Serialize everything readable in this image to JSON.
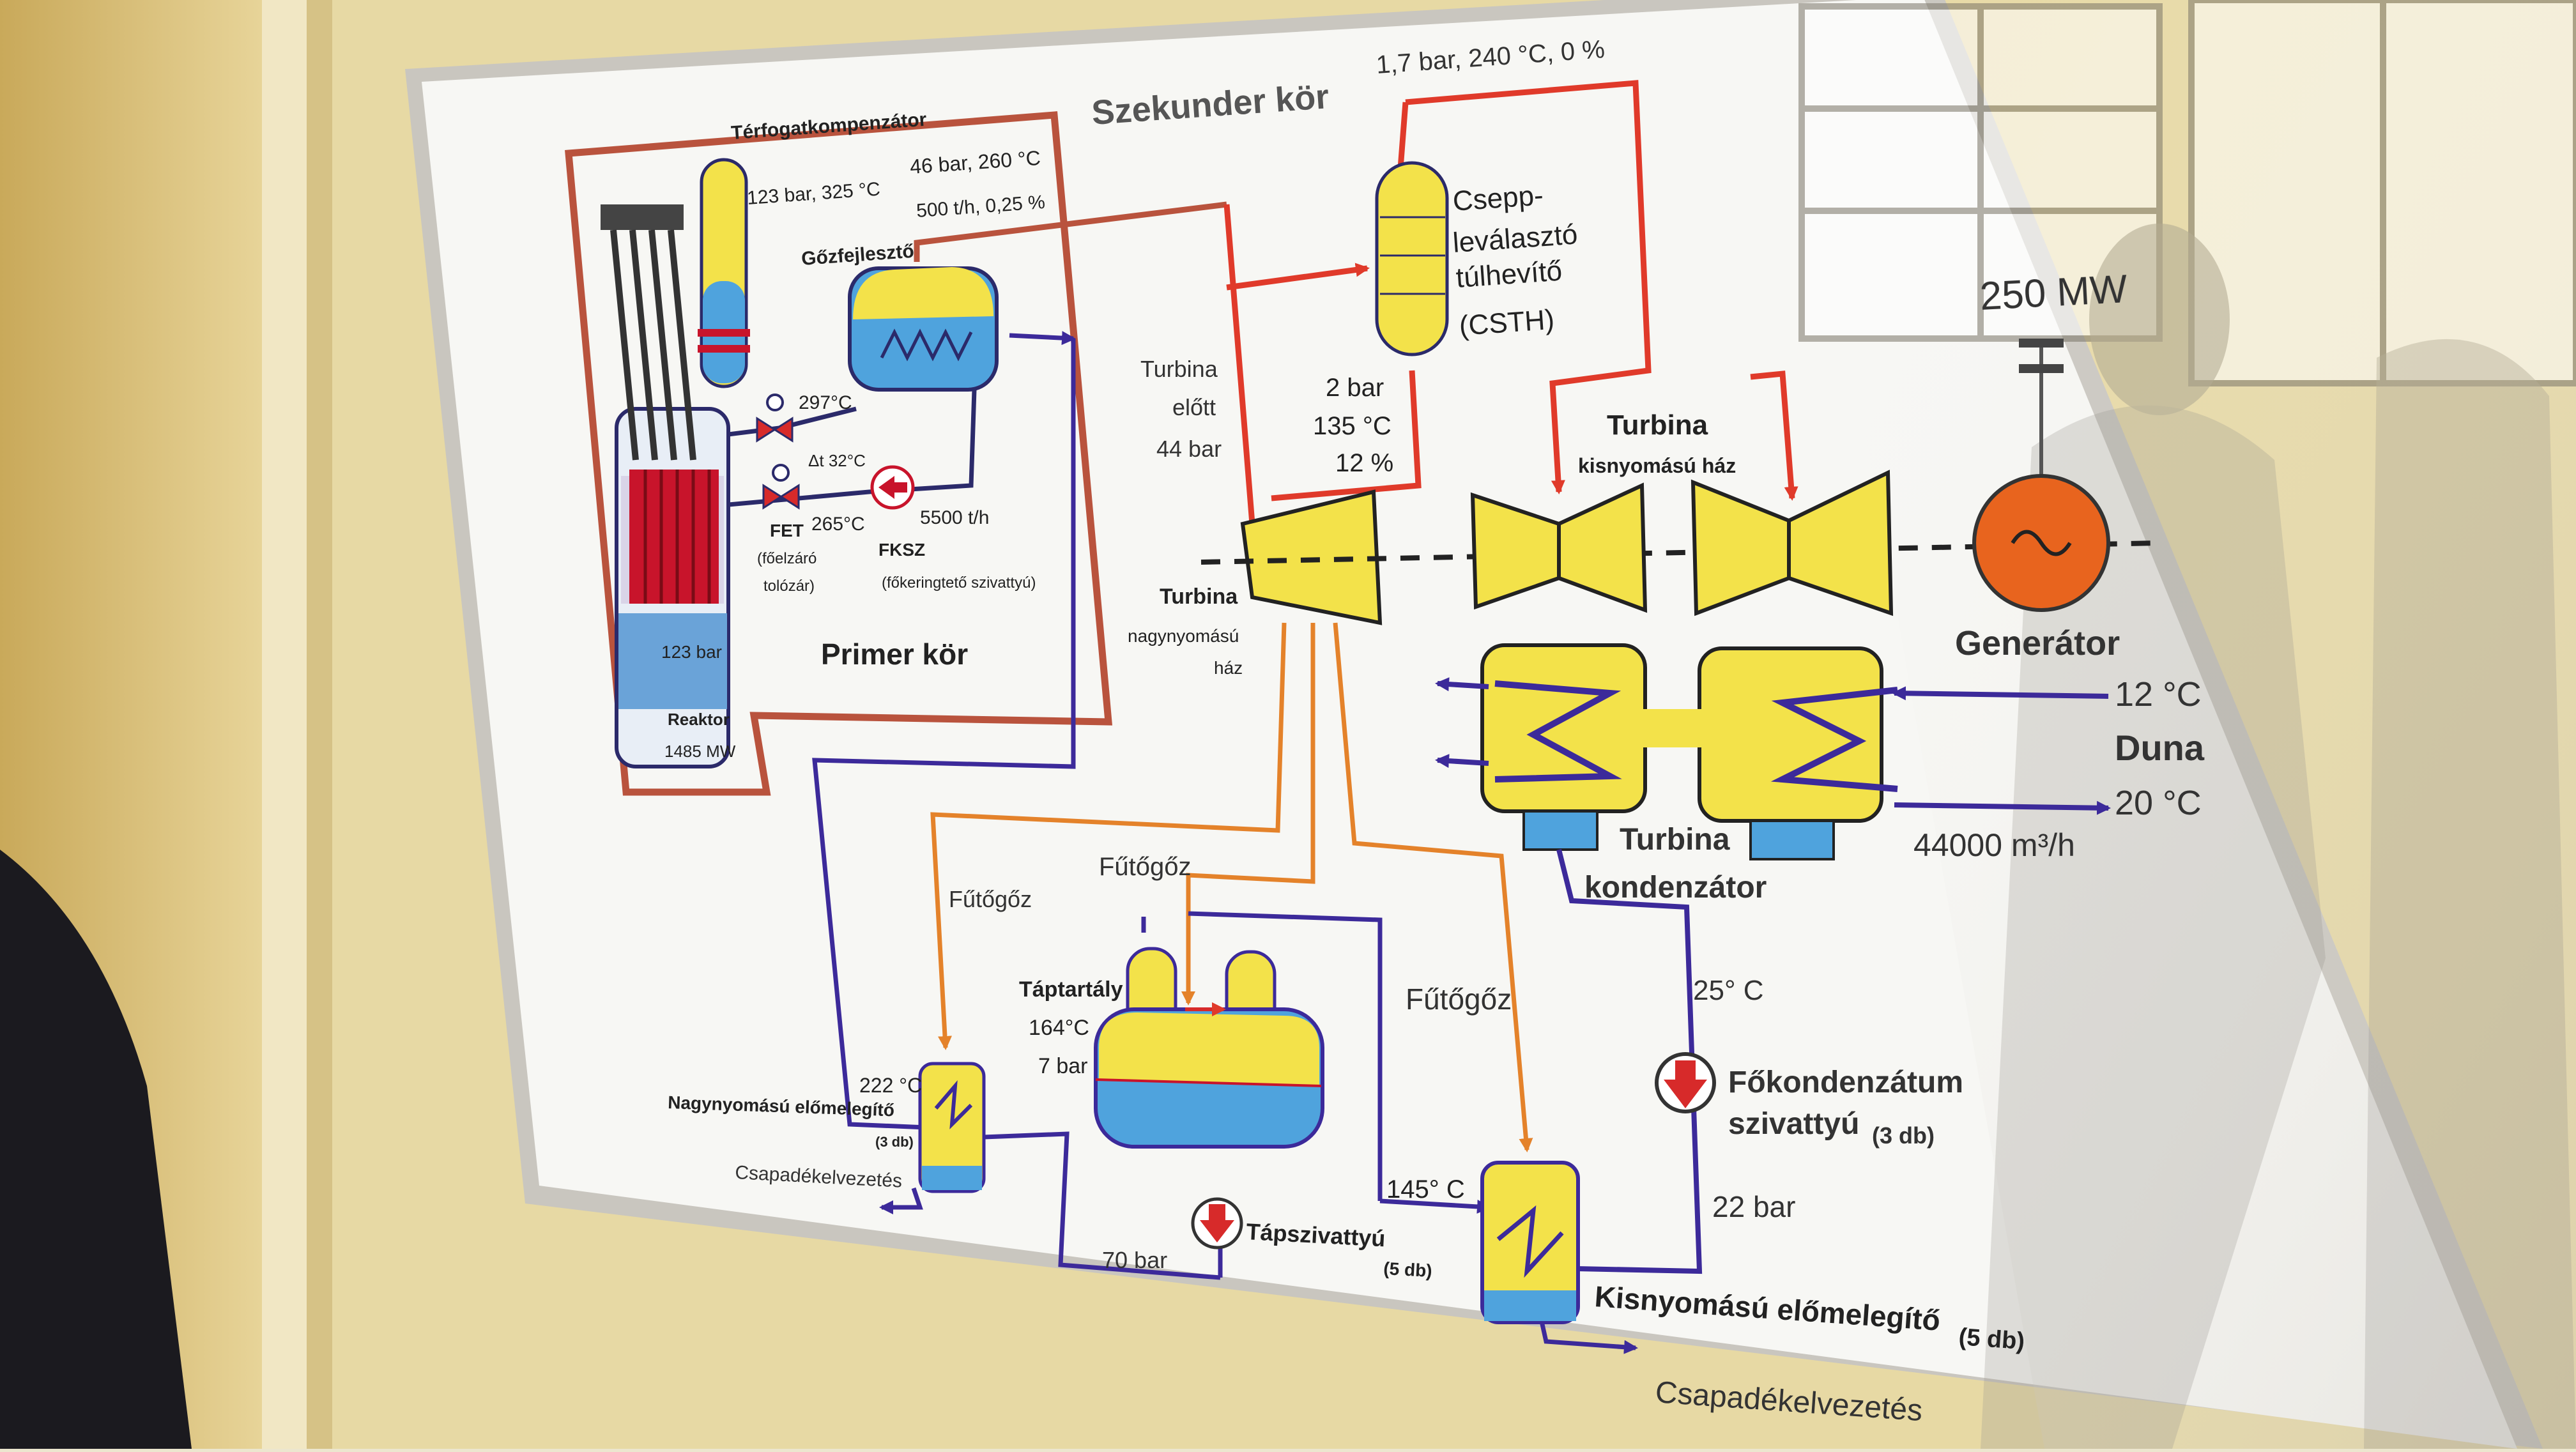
{
  "poster": {
    "secondary_circuit_title": "Szekunder kör",
    "primary_circuit_title": "Primer kör",
    "pressurizer": {
      "label": "Térfogatkompenzátor",
      "spec": "123 bar, 325 °C"
    },
    "steam_generator": {
      "label": "Gőzfejlesztő",
      "spec_line1": "46 bar, 260 °C",
      "spec_line2": "500 t/h, 0,25 %"
    },
    "reactor": {
      "label": "Reaktor",
      "power": "1485 MW",
      "pressure": "123 bar"
    },
    "hot_leg_temp": "297°C",
    "cold_leg": {
      "delta_t": "Δt 32°C",
      "temp": "265°C",
      "flow": "5500 t/h"
    },
    "valve": {
      "label": "FET",
      "desc_line1": "(főelzáró",
      "desc_line2": "tolózár)"
    },
    "main_pump": {
      "label": "FKSZ",
      "desc": "(főkeringtető szivattyú)"
    },
    "moisture_separator": {
      "spec": "1,7 bar, 240 °C, 0 %",
      "label_line1": "Csepp-",
      "label_line2": "leválasztó",
      "label_line3": "túlhevítő",
      "label_line4": "(CSTH)"
    },
    "turbine_inlet": {
      "line1": "Turbina",
      "line2": "előtt",
      "line3": "44 bar"
    },
    "hp_exhaust": {
      "line1": "2 bar",
      "line2": "135 °C",
      "line3": "12 %"
    },
    "hp_turbine": {
      "line1": "Turbina",
      "line2": "nagynyomású",
      "line3": "ház"
    },
    "lp_turbine": {
      "line1": "Turbina",
      "line2": "kisnyomású ház"
    },
    "generator": {
      "label": "Generátor",
      "power": "250 MW"
    },
    "danube": {
      "temp_in": "12 °C",
      "label": "Duna",
      "temp_out": "20 °C",
      "flow": "44000 m³/h"
    },
    "condenser": {
      "line1": "Turbina",
      "line2": "kondenzátor"
    },
    "condensate_temp": "25° C",
    "main_condensate_pump": {
      "line1": "Főkondenzátum",
      "line2": "szivattyú",
      "count": "(3 db)"
    },
    "condensate_pressure": "22 bar",
    "heating_steam_1": "Fűtőgőz",
    "heating_steam_2": "Fűtőgőz",
    "heating_steam_3": "Fűtőgőz",
    "feedwater_tank": {
      "label": "Táptartály",
      "temp": "164°C",
      "pressure": "7 bar"
    },
    "hp_preheater": {
      "temp": "222 °C",
      "label": "Nagynyomású előmelegítő",
      "count": "(3 db)"
    },
    "lp_preheater": {
      "temp": "145° C",
      "label": "Kisnyomású előmelegítő",
      "count": "(5 db)"
    },
    "feed_pump": {
      "label": "Tápszivattyú",
      "count": "(5 db)"
    },
    "feed_pressure": "70 bar",
    "condensate_drain_1": "Csapadékelvezetés",
    "condensate_drain_2": "Csapadékelvezetés"
  },
  "colors": {
    "secondary_loop": "#e03a2a",
    "primary_loop": "#b9533d",
    "feedwater": "#3c2a9a",
    "heating_steam": "#e4822a",
    "component_fill": "#f3e24a",
    "water_fill": "#4fa3dd",
    "core_fill": "#c8142b",
    "generator_fill": "#e8641e"
  }
}
